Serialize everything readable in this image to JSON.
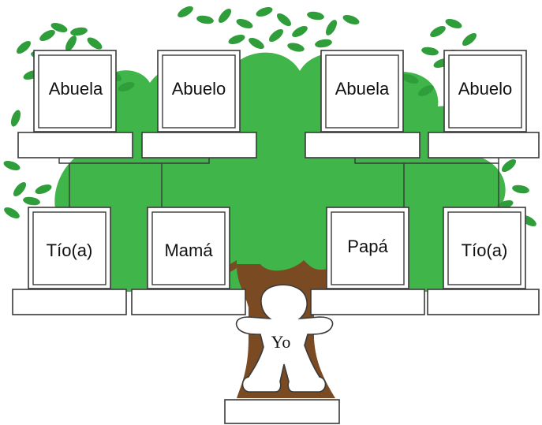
{
  "colors": {
    "tree_green": "#3fb54a",
    "leaf_green": "#2f9e3a",
    "trunk_brown": "#7a4a22",
    "outline": "#3a3a3a"
  },
  "grandparents": [
    {
      "label": "Abuela"
    },
    {
      "label": "Abuelo"
    },
    {
      "label": "Abuela"
    },
    {
      "label": "Abuelo"
    }
  ],
  "parents_row": [
    {
      "label": "Tío(a)"
    },
    {
      "label": "Mamá"
    },
    {
      "label": "Papá"
    },
    {
      "label": "Tío(a)"
    }
  ],
  "self": {
    "label": "Yo"
  },
  "icons": [
    "tree-icon",
    "leaf-icon",
    "person-figure-icon"
  ]
}
